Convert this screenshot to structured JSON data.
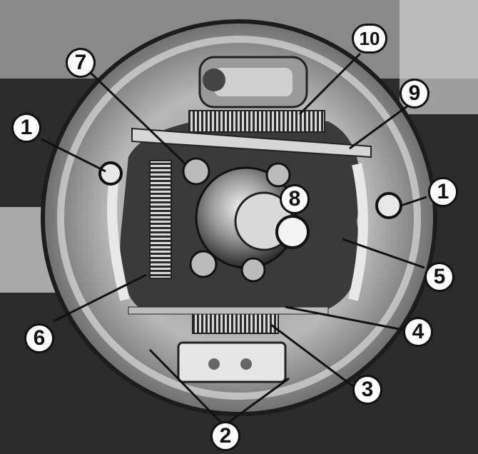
{
  "figure": {
    "callouts": [
      {
        "id": "c1-left",
        "text": "1"
      },
      {
        "id": "c1-right",
        "text": "1"
      },
      {
        "id": "c2",
        "text": "2"
      },
      {
        "id": "c3",
        "text": "3"
      },
      {
        "id": "c4",
        "text": "4"
      },
      {
        "id": "c5",
        "text": "5"
      },
      {
        "id": "c6",
        "text": "6"
      },
      {
        "id": "c7",
        "text": "7"
      },
      {
        "id": "c8",
        "text": "8"
      },
      {
        "id": "c9",
        "text": "9"
      },
      {
        "id": "c10",
        "text": "10"
      }
    ]
  }
}
